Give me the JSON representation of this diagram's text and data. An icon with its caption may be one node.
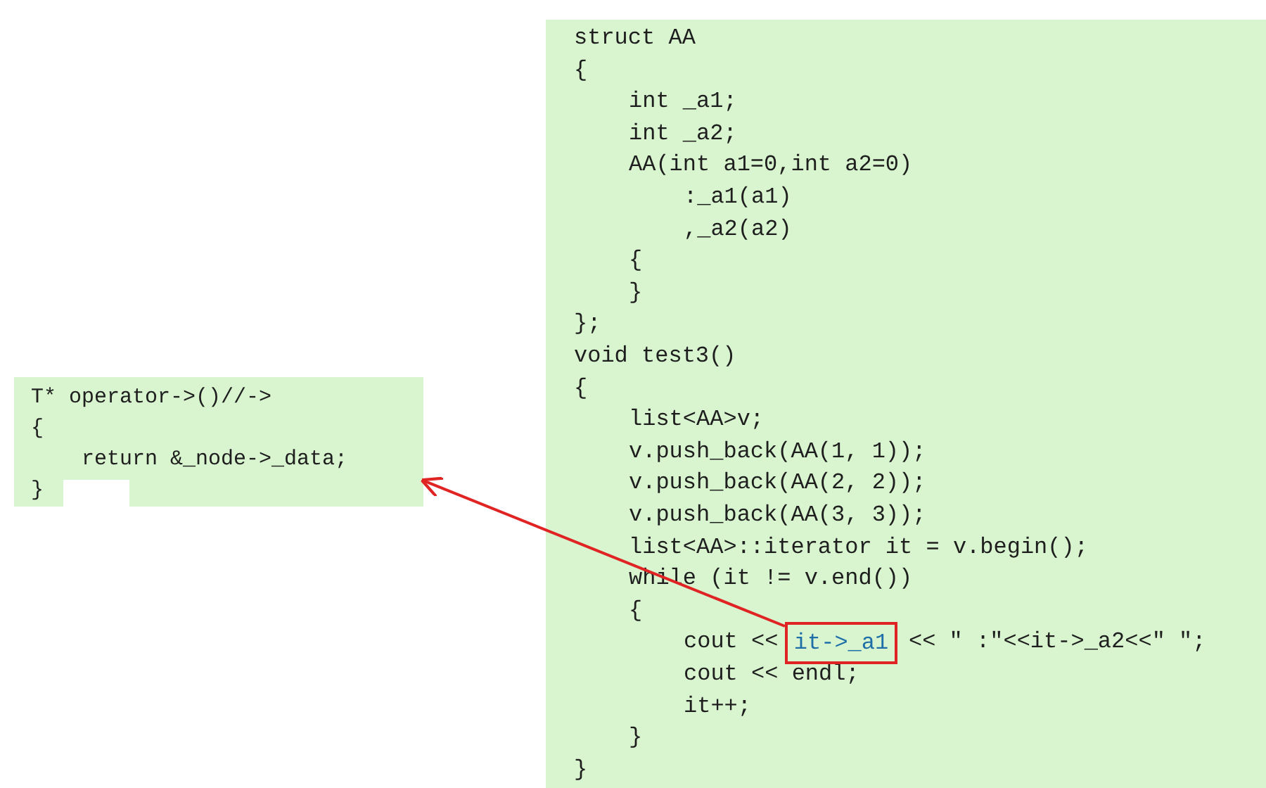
{
  "diagram": {
    "nodes": [
      {
        "text": [
          "T* operator->()//->",
          "{",
          "return &_node->_data;",
          "}"
        ]
      },
      {
        "text": [
          "struct AA",
          "{",
          "int _a1;",
          "int _a2;",
          "AA(int a1=0,int a2=0)",
          ":_a1(a1)",
          ",_a2(a2)",
          "{",
          "}",
          "};",
          "void test3()",
          "{",
          "list<AA>v;",
          "v.push_back(AA(1, 1));",
          "v.push_back(AA(2, 2));",
          "v.push_back(AA(3, 3));",
          "list<AA>::iterator it = v.begin();",
          "while (it != v.end())",
          "{",
          "cout <<",
          "<< \" :\"<<it->_a2<<\" \";",
          "cout << endl;",
          "it++;",
          "}",
          "}"
        ]
      },
      {
        "text": [
          "it->_a1"
        ],
        "in": 1
      }
    ],
    "edges": [
      {
        "from": 2,
        "to": 0,
        "arrow": "to",
        "color": "#e02424"
      }
    ]
  }
}
